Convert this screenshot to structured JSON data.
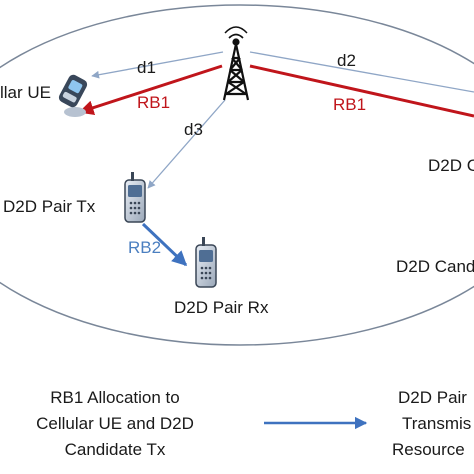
{
  "labels": {
    "cellular_ue": "llar UE",
    "d2d_pair_tx": "D2D Pair Tx",
    "d2d_pair_rx": "D2D Pair Rx",
    "d2d_candidate": "D2D Cand",
    "d2d_cut": "D2D C",
    "d1": "d1",
    "d2": "d2",
    "d3": "d3",
    "rb1_left": "RB1",
    "rb1_right": "RB1",
    "rb2": "RB2"
  },
  "caption_left": {
    "line1": "RB1 Allocation to",
    "line2": "Cellular UE and D2D",
    "line3": "Candidate Tx"
  },
  "caption_right": {
    "line1": "D2D Pair",
    "line2": "Transmis",
    "line3": "Resource"
  },
  "colors": {
    "rb1_link": "#c0151b",
    "rb2_link": "#3e72bf",
    "distance_link": "#8fa6c6",
    "cell_boundary": "#7a8799",
    "legend_arrow": "#3e72bf"
  },
  "icons": {
    "base_station": "cell-tower-icon",
    "cellular_ue": "flip-phone-icon",
    "d2d_tx": "mobile-phone-icon",
    "d2d_rx": "mobile-phone-icon"
  }
}
